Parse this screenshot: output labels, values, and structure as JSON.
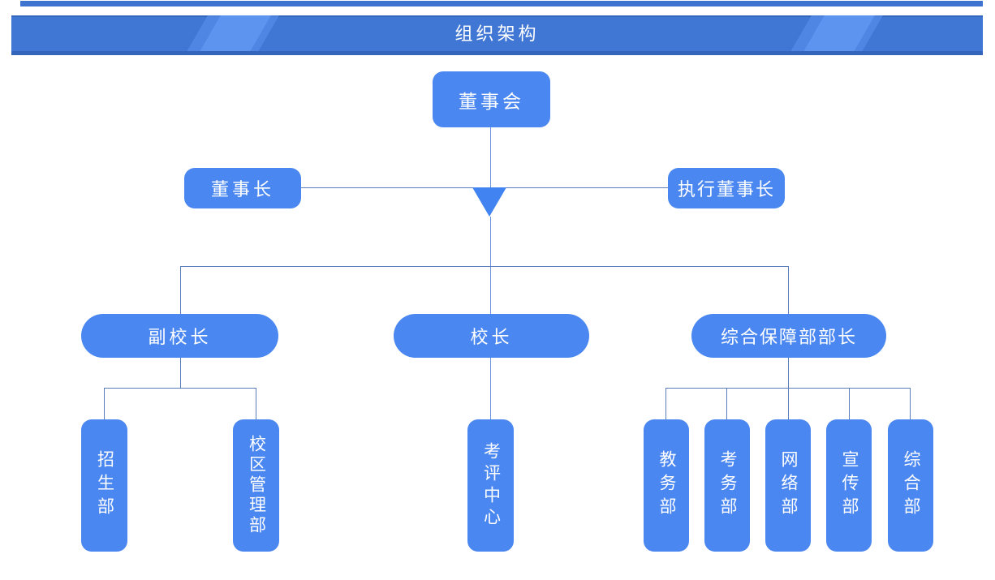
{
  "header": {
    "title": "组织架构"
  },
  "colors": {
    "banner": "#4076d4",
    "banner_stripe": "#5d94ef",
    "banner_bottom_edge": "#3565bb",
    "node_fill": "#4a87f0",
    "node_text": "#ffffff",
    "connector": "#5b7cba",
    "triangle": "#4183f0"
  },
  "nodes": {
    "board": {
      "label": "董事会"
    },
    "chairman": {
      "label": "董事长"
    },
    "exec_chairman": {
      "label": "执行董事长"
    },
    "vice_principal": {
      "label": "副校长"
    },
    "principal": {
      "label": "校长"
    },
    "support_dept_head": {
      "label": "综合保障部部长"
    },
    "admissions_dept": {
      "label": "招生部"
    },
    "campus_mgmt_dept": {
      "label": "校区管理部"
    },
    "evaluation_center": {
      "label": "考评中心"
    },
    "academic_affairs_dept": {
      "label": "教务部"
    },
    "exam_affairs_dept": {
      "label": "考务部"
    },
    "network_dept": {
      "label": "网络部"
    },
    "publicity_dept": {
      "label": "宣传部"
    },
    "general_affairs_dept": {
      "label": "综合部"
    }
  }
}
